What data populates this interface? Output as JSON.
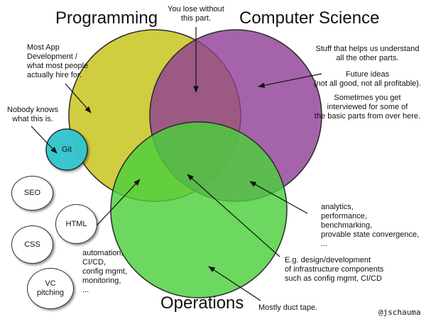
{
  "titles": {
    "programming": "Programming",
    "computer_science": "Computer Science",
    "operations": "Operations"
  },
  "colors": {
    "programming_fill": "#c8c41f",
    "computer_science_fill": "#8e3d93",
    "operations_fill": "#4ccf3c",
    "git_fill": "#33c6cf",
    "stroke": "#2a2a2a"
  },
  "small_circles": {
    "git": "Git",
    "seo": "SEO",
    "html": "HTML",
    "css": "CSS",
    "vc_pitching": [
      "VC",
      "pitching"
    ]
  },
  "annotations": {
    "lose_without": [
      "You lose without",
      "this part."
    ],
    "most_app": [
      "Most App",
      "Development /",
      "what most people",
      "actually hire for."
    ],
    "nobody_knows": [
      "Nobody knows",
      "what this is."
    ],
    "cs_stuff": [
      "Stuff that helps us understand",
      "all the other parts."
    ],
    "future_ideas": [
      "Future ideas",
      "(not all good, not all profitable)."
    ],
    "interviewed": [
      "Sometimes you get",
      "interviewed for some of",
      "the basic parts from over here."
    ],
    "analytics": [
      "analytics,",
      "performance,",
      "benchmarking,",
      "provable state convergence,",
      "..."
    ],
    "automation": [
      "automation,",
      "CI/CD,",
      "config mgmt,",
      "monitoring,",
      "..."
    ],
    "infra": [
      "E.g. design/development",
      "of infrastructure components",
      "such as config mgmt, CI/CD"
    ],
    "duct_tape": "Mostly duct tape."
  },
  "credit": "@jschauma"
}
